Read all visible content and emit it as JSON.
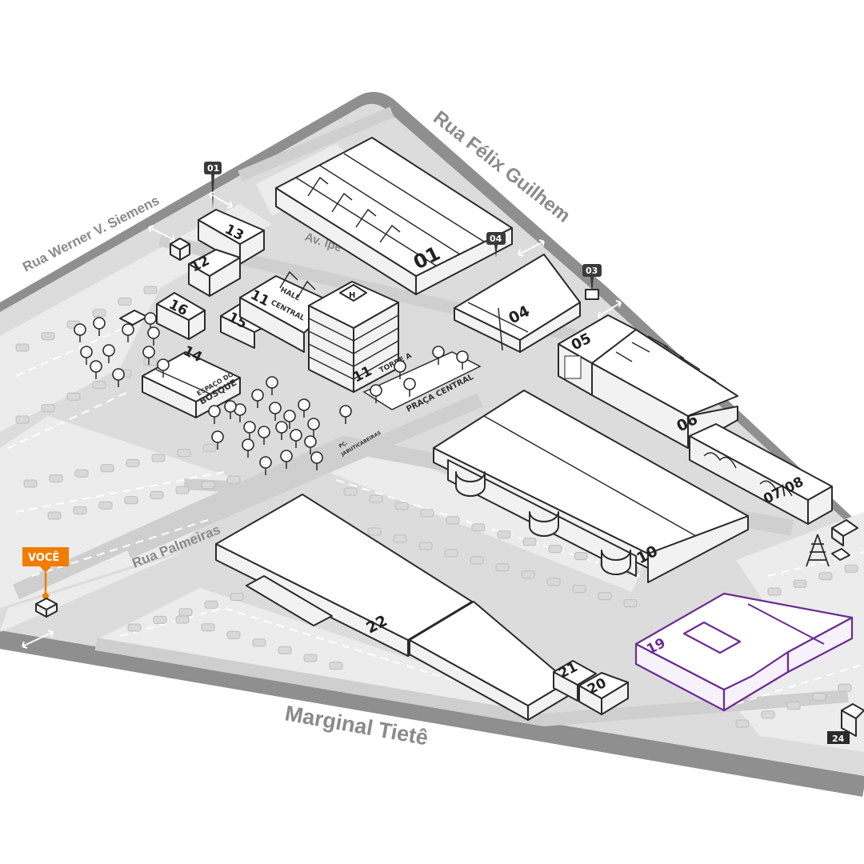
{
  "streets": {
    "werner": "Rua Werner V. Siemens",
    "felix": "Rua Félix Guilhem",
    "ipe": "Av. Ipê",
    "palmeiras": "Rua Palmeiras",
    "marginal": "Marginal Tietê"
  },
  "buildings": {
    "b01": "01",
    "b04": "04",
    "b05": "05",
    "b06": "06",
    "b0708": "07/08",
    "b10": "10",
    "b11hall_num": "11",
    "b11hall_text1": "HALL",
    "b11hall_text2": "CENTRAL",
    "b11torre_num": "11",
    "b11torre_text": "TORRE A",
    "b12": "12",
    "b13": "13",
    "b14": "14",
    "b15": "15",
    "b16": "16",
    "b19": "19",
    "b20": "20",
    "b21": "21",
    "b22": "22",
    "b24": "24",
    "heliport": "H"
  },
  "areas": {
    "bosque1": "ESPAÇO DO",
    "bosque2": "BOSQUE",
    "praca": "PRAÇA CENTRAL",
    "jabuti1": "PÇ.",
    "jabuti2": "JABUTICABEIRAS"
  },
  "gates": {
    "g01": "01",
    "g03": "03",
    "g04": "04"
  },
  "you_are_here": "VOCÊ",
  "colors": {
    "street": "#8a8a8a",
    "pavement": "#d6d6d6",
    "block": "#e9e9e9",
    "highlight": "#6b2c91",
    "you_marker": "#f07d00",
    "gate_tag": "#3a3a3a"
  },
  "icons": [
    "two-way-arrow-icon",
    "map-pin-icon",
    "transmission-tower-icon",
    "tree-icon",
    "car-icon",
    "heliport-icon"
  ]
}
